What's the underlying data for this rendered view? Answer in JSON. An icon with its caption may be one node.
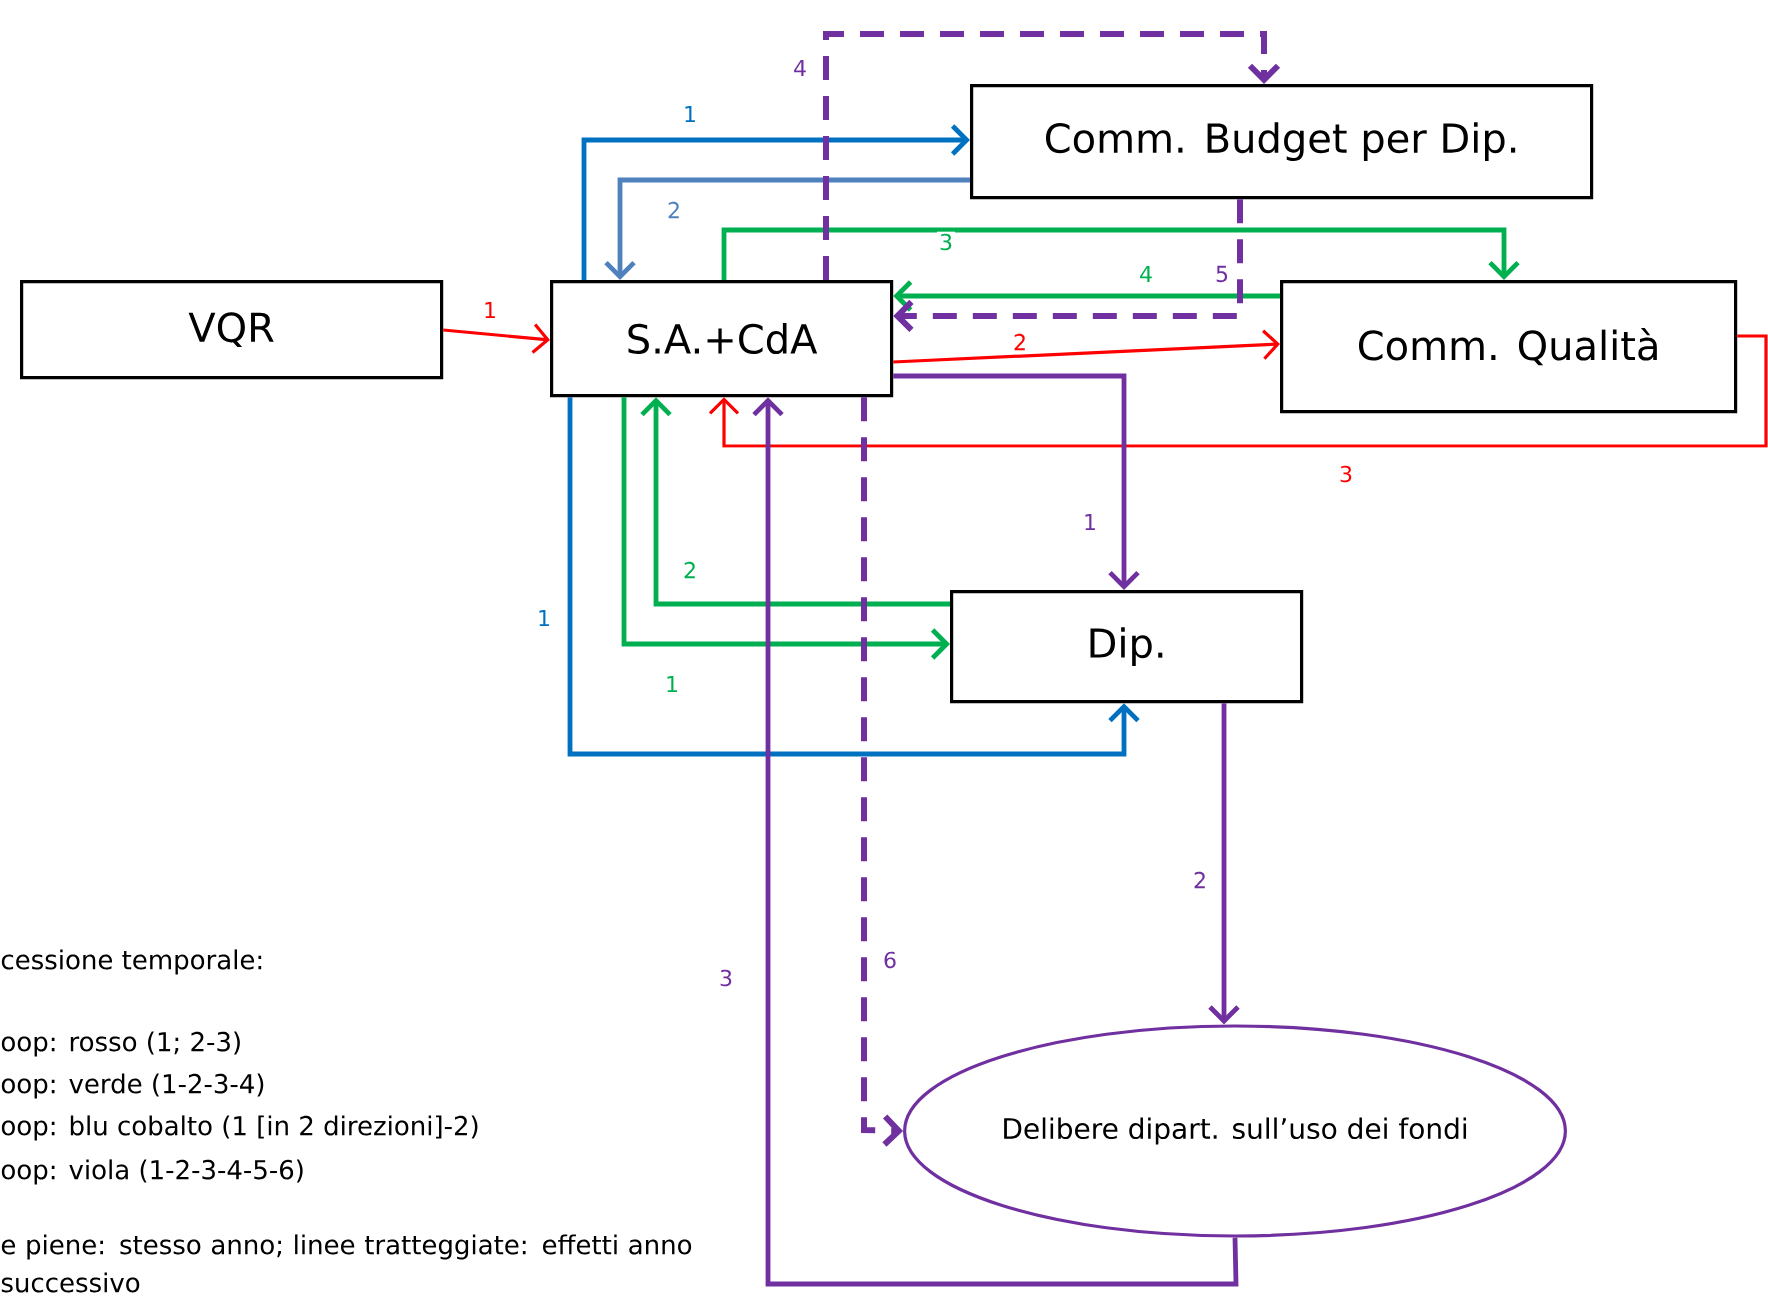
{
  "diagram": {
    "nodes": [
      {
        "text": [
          "VQR"
        ]
      },
      {
        "text": [
          "S.A.+CdA"
        ]
      },
      {
        "text": [
          "Comm. Budget per Dip."
        ]
      },
      {
        "text": [
          "Comm. Qualità"
        ]
      },
      {
        "text": [
          "Dip."
        ]
      },
      {
        "text": [
          "Delibere dipart. sull’uso dei fondi"
        ]
      }
    ],
    "edges": [
      {
        "from": 0,
        "to": 1,
        "arrow": "to",
        "label": "1",
        "color": "#ff0000"
      },
      {
        "from": 1,
        "to": 2,
        "arrow": "to",
        "label": "1",
        "color": "#0070c0"
      },
      {
        "from": 2,
        "to": 1,
        "arrow": "to",
        "label": "2",
        "color": "#4f81bd"
      },
      {
        "from": 1,
        "to": 3,
        "arrow": "to",
        "label": "3",
        "color": "#00b050"
      },
      {
        "from": 3,
        "to": 1,
        "arrow": "to",
        "label": "4",
        "color": "#00b050"
      },
      {
        "from": 1,
        "to": 3,
        "arrow": "to",
        "label": "2",
        "color": "#ff0000"
      },
      {
        "from": 3,
        "to": 1,
        "arrow": "to",
        "label": "3",
        "color": "#ff0000"
      },
      {
        "from": 1,
        "to": 4,
        "arrow": "to",
        "label": "1",
        "color": "#7030a0"
      },
      {
        "from": 1,
        "to": 4,
        "arrow": "to",
        "label": "1",
        "color": "#00b050"
      },
      {
        "from": 4,
        "to": 1,
        "arrow": "to",
        "label": "2",
        "color": "#00b050"
      },
      {
        "from": 1,
        "to": 4,
        "arrow": "to",
        "label": "1",
        "color": "#0070c0"
      },
      {
        "from": 4,
        "to": 5,
        "arrow": "to",
        "label": "2",
        "color": "#7030a0"
      },
      {
        "from": 5,
        "to": 1,
        "arrow": "to",
        "label": "3",
        "color": "#7030a0"
      },
      {
        "from": 1,
        "to": 2,
        "arrow": "to",
        "label": "4",
        "color": "#7030a0",
        "style": "dashed"
      },
      {
        "from": 2,
        "to": 1,
        "arrow": "to",
        "label": "5",
        "color": "#7030a0",
        "style": "dashed"
      },
      {
        "from": 1,
        "to": 5,
        "arrow": "to",
        "label": "6",
        "color": "#7030a0",
        "style": "dashed"
      }
    ],
    "labels": [
      "cessione temporale:",
      "oop: rosso (1; 2-3)",
      "oop: verde (1-2-3-4)",
      "oop: blu cobalto (1 [in 2 direzioni]-2)",
      "oop: viola (1-2-3-4-5-6)",
      "e piene: stesso anno; linee tratteggiate: effetti anno successivo"
    ]
  }
}
